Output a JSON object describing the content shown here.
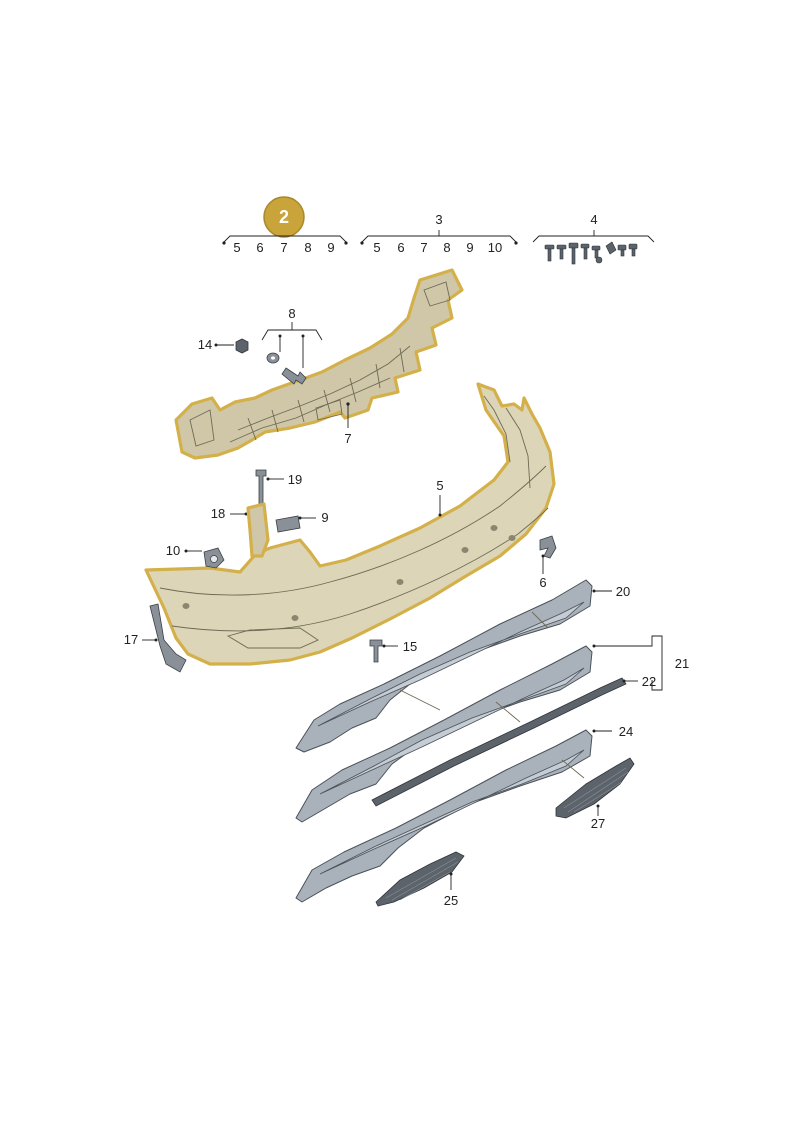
{
  "colors": {
    "highlight": "#d4b04a",
    "highlight_fill": "#c8a43a",
    "bumper_fill": "#dcd5b8",
    "carrier_fill": "#cfc7a7",
    "trim_fill": "#a9b1ba",
    "dark_part": "#5c636b",
    "line": "#222222"
  },
  "badge": {
    "text": "2"
  },
  "groups": [
    {
      "name": "group-2",
      "label": "",
      "items": [
        "5",
        "6",
        "7",
        "8",
        "9"
      ]
    },
    {
      "name": "group-3",
      "label": "3",
      "items": [
        "5",
        "6",
        "7",
        "8",
        "9",
        "10"
      ]
    },
    {
      "name": "group-4",
      "label": "4",
      "items": []
    },
    {
      "name": "group-8",
      "label": "8",
      "items": []
    },
    {
      "name": "group-21",
      "label": "21",
      "items": []
    }
  ],
  "callouts": {
    "c14": "14",
    "c7": "7",
    "c19": "19",
    "c5": "5",
    "c18": "18",
    "c9": "9",
    "c10": "10",
    "c6": "6",
    "c20": "20",
    "c17": "17",
    "c15": "15",
    "c22": "22",
    "c24": "24",
    "c27": "27",
    "c25": "25"
  }
}
